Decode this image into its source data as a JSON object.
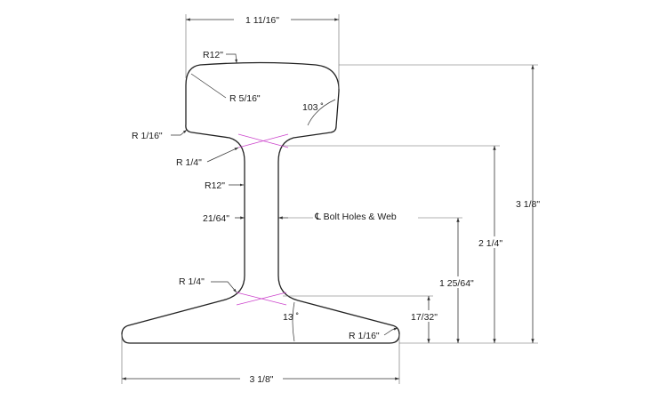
{
  "labels": {
    "head_width": "1 11/16\"",
    "head_top_radius": "R12\"",
    "head_corner_radius": "R 5/16\"",
    "head_side_angle": "103 ˚",
    "head_lower_radius": "R 1/16\"",
    "upper_fillet_radius": "R 1/4\"",
    "web_radius": "R12\"",
    "web_thickness": "21/64\"",
    "centerline_note": "℄ Bolt Holes & Web",
    "lower_fillet_radius": "R 1/4\"",
    "base_slope_angle": "13 ˚",
    "base_edge_radius": "R 1/16\"",
    "total_height": "3 1/8\"",
    "height_to_head": "2 1/4\"",
    "height_to_centerline": "1 25/64\"",
    "base_thickness": "17/32\"",
    "base_width": "3 1/8\""
  },
  "colors": {
    "line": "#222222",
    "fillet_construction": "#cc44cc"
  }
}
